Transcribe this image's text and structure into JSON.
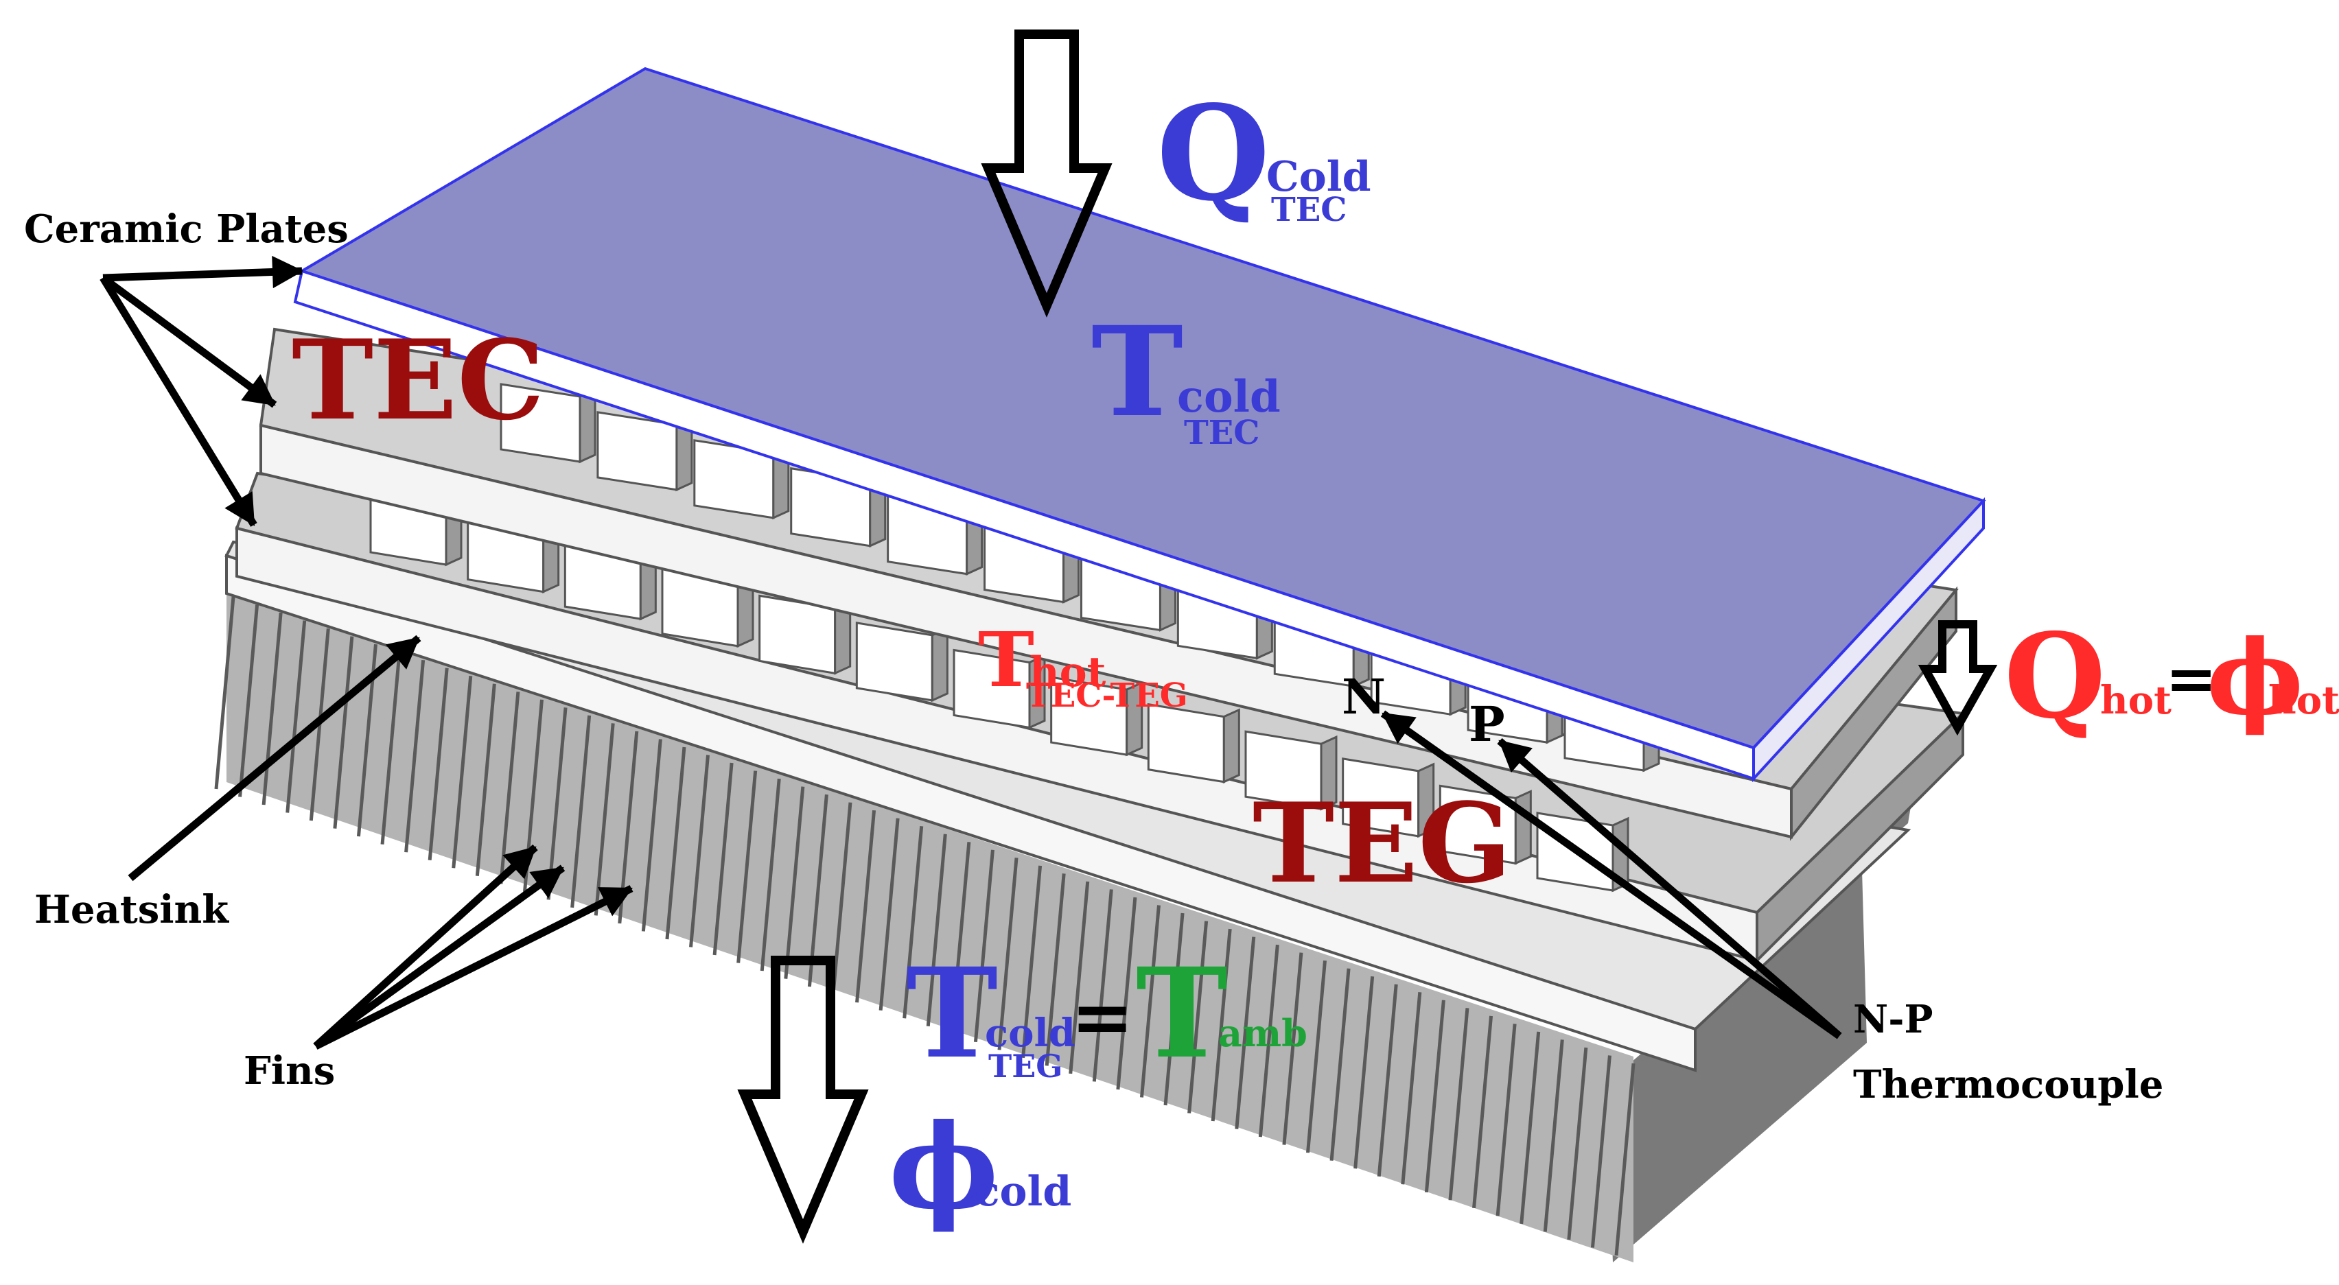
{
  "colors": {
    "plate_blue": "#8C8CC7",
    "plate_blue_edge": "#3333EE",
    "dark_red": "#9B0D0D",
    "red": "#FF2A2A",
    "blue_text": "#3B3BD6",
    "green": "#1DA338",
    "gray_body": "#C8C8C8",
    "gray_dark": "#8F8F8F"
  },
  "labels": {
    "ceramic_plates": "Ceramic Plates",
    "heatsink": "Heatsink",
    "fins": "Fins",
    "np_line1": "N-P",
    "np_line2": "Thermocouple",
    "tec": "TEC",
    "teg": "TEG",
    "n": "N",
    "p": "P"
  },
  "symbols": {
    "q_cold": {
      "main": "Q",
      "sup": "Cold",
      "sub": "TEC"
    },
    "t_cold_tec": {
      "main": "T",
      "sup": "cold",
      "sub": "TEC"
    },
    "t_hot": {
      "main": "T",
      "sup": "hot",
      "sub": "TEC-TEG"
    },
    "q_hot": {
      "main": "Q",
      "sub": "hot",
      "eq": "=",
      "phi": "ϕ",
      "phi_sub": "hot"
    },
    "t_cold_teg": {
      "main": "T",
      "sup": "cold",
      "sub": "TEG",
      "eq": "=",
      "amb": "T",
      "amb_sub": "amb"
    },
    "phi_cold": {
      "main": "ϕ",
      "sub": "cold"
    }
  }
}
